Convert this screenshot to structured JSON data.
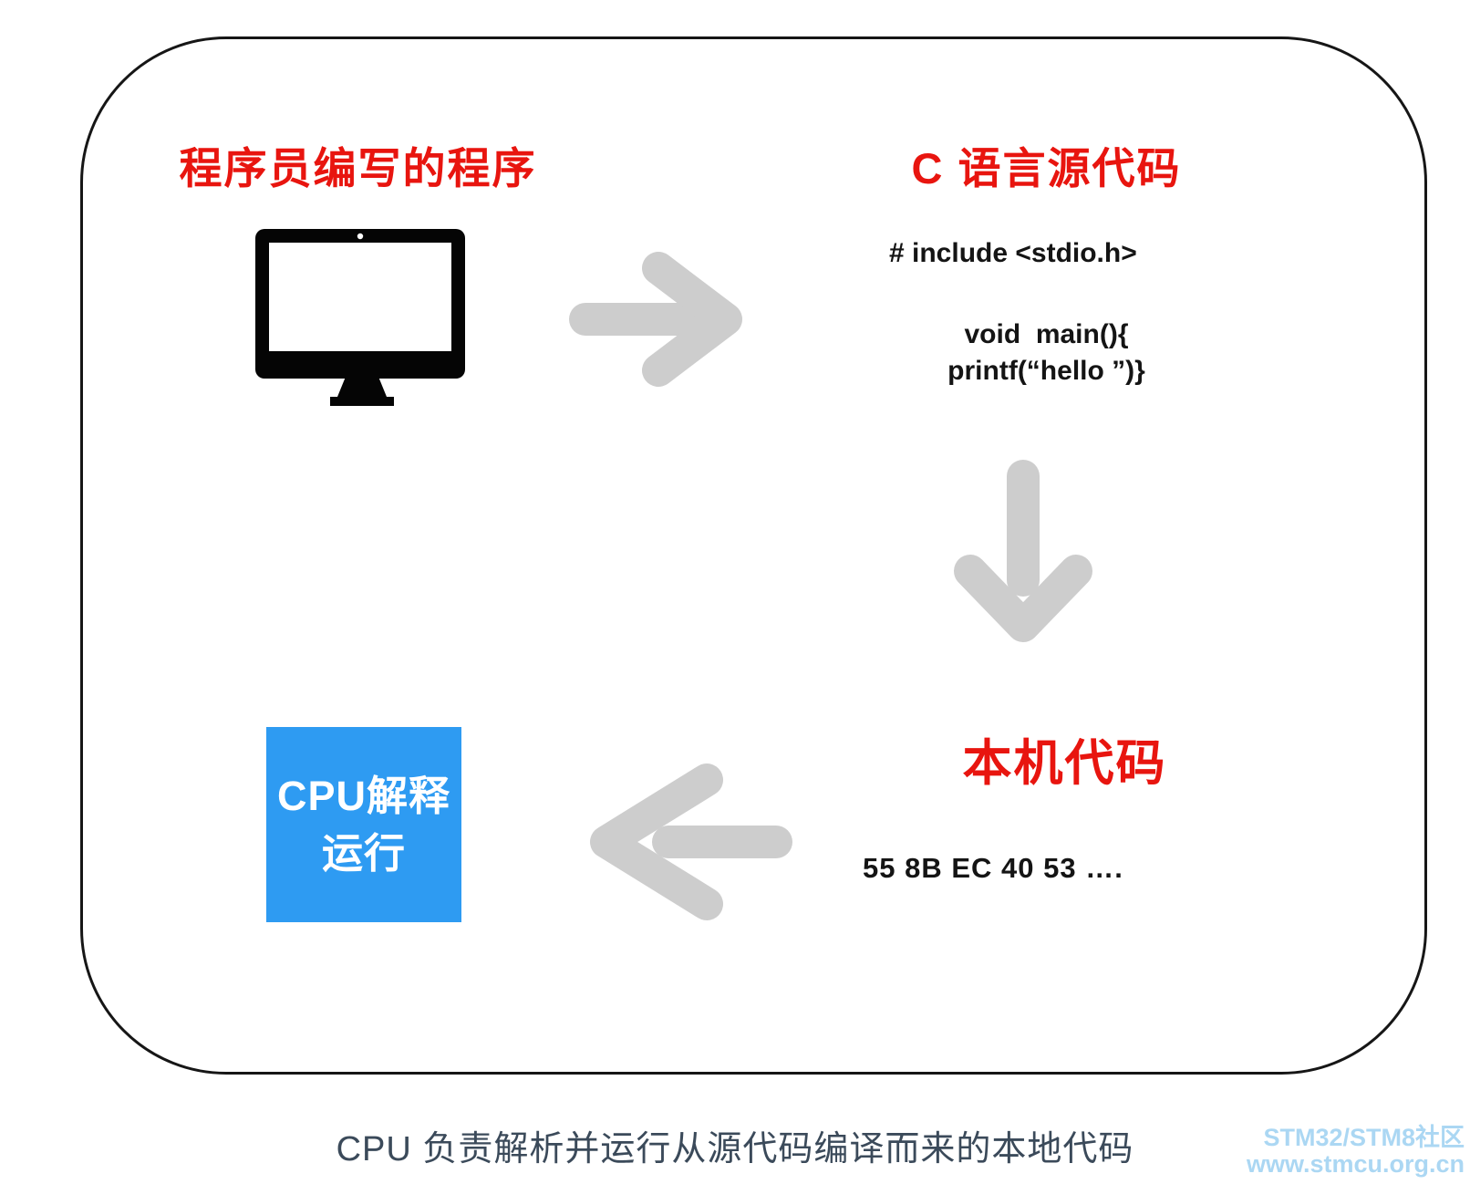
{
  "diagram": {
    "programmer_block": {
      "title": "程序员编写的程序"
    },
    "c_source_block": {
      "title": "C 语言源代码",
      "code_line1": "# include <stdio.h>",
      "code_line2": "void  main(){",
      "code_line3": "printf(“hello ”)}"
    },
    "native_code_block": {
      "title": "本机代码",
      "hex_bytes": "55 8B EC 40 53 …."
    },
    "cpu_block": {
      "line1": "CPU解释",
      "line2": "运行"
    }
  },
  "caption": "CPU 负责解析并运行从源代码编译而来的本地代码",
  "watermark": {
    "line1": "STM32/STM8社区",
    "line2": "www.stmcu.org.cn"
  },
  "colors": {
    "accent_red": "#e8150f",
    "cpu_blue": "#2e9bf2",
    "arrow_gray": "#cdcdcd",
    "caption_slate": "#3b4a5a",
    "watermark_blue": "#abd7f3"
  }
}
